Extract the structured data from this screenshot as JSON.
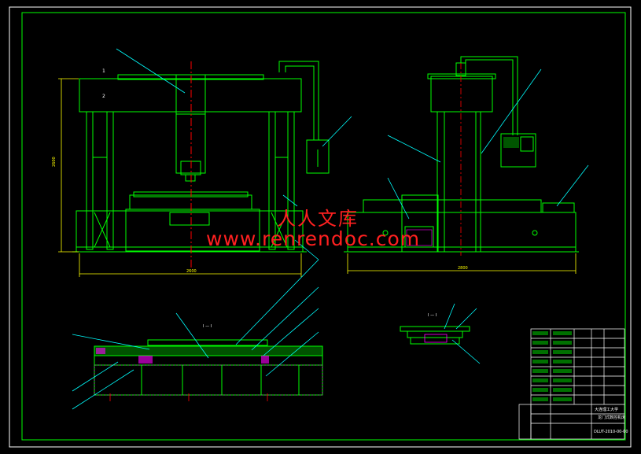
{
  "viewer": {
    "background": "#000000",
    "frame_color": "#ffffff",
    "outline_color": "#00ff00",
    "leader_color": "#00ffff",
    "centerline_color": "#ff0000",
    "dimension_color": "#ffff00",
    "magenta_color": "#ff00ff"
  },
  "watermark": {
    "chinese": "人人文库",
    "url": "www.renrendoc.com",
    "color": "#ff2020"
  },
  "dimensions": {
    "front_height": "2600",
    "front_width": "2600",
    "side_width": "2800"
  },
  "section_marks": {
    "front_top": "1",
    "front_top_2": "2",
    "section_aa": "I — I",
    "section_bb": "I — I"
  },
  "title_block": {
    "drawing_title": "龙门式数控机床",
    "school": "大连理工大学",
    "drawing_no": "DLUT-2010-00-00"
  }
}
